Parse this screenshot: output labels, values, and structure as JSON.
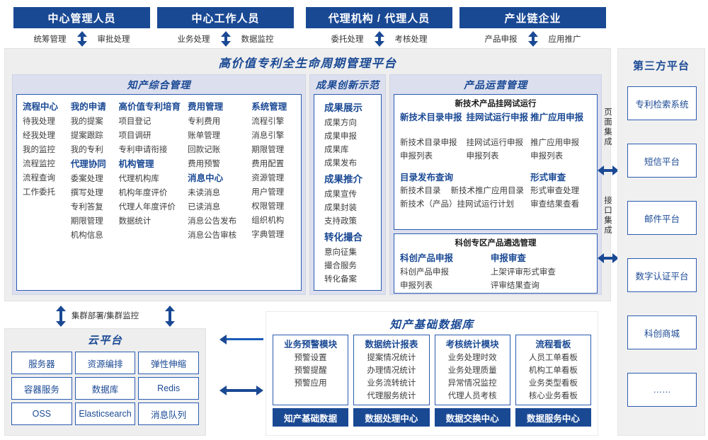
{
  "colors": {
    "navy": "#1a4994",
    "panel_bg": "#eeeeee",
    "section_bg": "#dcdfee",
    "box_border": "#2a5bb0"
  },
  "roles": [
    {
      "title": "中心管理人员",
      "left_action": "统筹管理",
      "right_action": "审批处理"
    },
    {
      "title": "中心工作人员",
      "left_action": "业务处理",
      "right_action": "数据监控"
    },
    {
      "title": "代理机构 / 代理人员",
      "left_action": "委托处理",
      "right_action": "考核处理"
    },
    {
      "title": "产业链企业",
      "left_action": "产品申报",
      "right_action": "应用推广"
    }
  ],
  "platform": {
    "title": "高价值专利全生命周期管理平台",
    "sections": {
      "ip_mgmt": {
        "title": "知产综合管理",
        "columns": [
          {
            "groups": [
              {
                "header": "流程中心",
                "items": [
                  "待我处理",
                  "经我处理",
                  "我的监控",
                  "流程监控",
                  "流程查询",
                  "工作委托"
                ]
              }
            ]
          },
          {
            "groups": [
              {
                "header": "我的申请",
                "items": [
                  "我的提案",
                  "提案跟踪",
                  "我的专利"
                ]
              },
              {
                "header": "代理协同",
                "items": [
                  "委案处理",
                  "撰写处理",
                  "专利答复",
                  "期限管理",
                  "机构信息"
                ]
              }
            ]
          },
          {
            "groups": [
              {
                "header": "高价值专利培育",
                "items": [
                  "项目登记",
                  "项目调研",
                  "专利申请衔接"
                ]
              },
              {
                "header": "机构管理",
                "items": [
                  "代理机构库",
                  "机构年度评价",
                  "代理人年度评价",
                  "数据统计"
                ]
              }
            ]
          },
          {
            "groups": [
              {
                "header": "费用管理",
                "items": [
                  "专利费用",
                  "账单管理",
                  "回款记账",
                  "费用预警"
                ]
              },
              {
                "header": "消息中心",
                "items": [
                  "未读消息",
                  "已读消息",
                  "消息公告发布",
                  "消息公告审核"
                ]
              }
            ]
          },
          {
            "groups": [
              {
                "header": "系统管理",
                "items": [
                  "流程引擎",
                  "消息引擎",
                  "期限管理",
                  "费用配置",
                  "资源管理",
                  "用户管理",
                  "权限管理",
                  "组织机构",
                  "字典管理"
                ]
              }
            ]
          }
        ]
      },
      "achievement": {
        "title": "成果创新示范",
        "groups": [
          {
            "header": "成果展示",
            "items": [
              "成果方向",
              "成果申报",
              "成果库",
              "成果发布"
            ]
          },
          {
            "header": "成果推介",
            "items": [
              "成果宣传",
              "成果封装",
              "支持政策"
            ]
          },
          {
            "header": "转化撮合",
            "items": [
              "意向征集",
              "撮合服务",
              "转化备案"
            ]
          }
        ]
      },
      "product_ops": {
        "title": "产品运营管理",
        "boxes": [
          {
            "title": "新技术产品挂网试运行",
            "row1": [
              {
                "header": "新技术目录申报",
                "items": [
                  "新技术目录申报",
                  "申报列表"
                ]
              },
              {
                "header": "挂网试运行申报",
                "items": [
                  "挂网试运行申报",
                  "申报列表"
                ]
              },
              {
                "header": "推广应用申报",
                "items": [
                  "推广应用申报",
                  "申报列表"
                ]
              }
            ],
            "row2": [
              {
                "header": "目录发布查询",
                "items": [
                  "新技术目录",
                  "新技术推广应用目录",
                  "新技术（产品）挂网试运行计划"
                ]
              },
              {
                "header": "形式审查",
                "items": [
                  "形式审查处理",
                  "审查结果查看"
                ]
              }
            ]
          },
          {
            "title": "科创专区产品遴选管理",
            "row1": [
              {
                "header": "科创产品申报",
                "items": [
                  "科创产品申报",
                  "申报列表"
                ]
              },
              {
                "header": "申报审查",
                "items": [
                  "上架评审形式审查",
                  "评审结果查询"
                ]
              }
            ]
          }
        ]
      }
    }
  },
  "integration": {
    "page_label": "页面集成",
    "api_label": "接口集成"
  },
  "third_party": {
    "title": "第三方平台",
    "items": [
      "专利检索系统",
      "短信平台",
      "邮件平台",
      "数字认证平台",
      "科创商城",
      "……"
    ]
  },
  "cluster_label": "集群部署/集群监控",
  "cloud": {
    "title": "云平台",
    "cells": [
      "服务器",
      "资源编排",
      "弹性伸缩",
      "容器服务",
      "数据库",
      "Redis",
      "OSS",
      "Elasticsearch",
      "消息队列"
    ]
  },
  "knowledge_db": {
    "title": "知产基础数据库",
    "cards": [
      {
        "header": "业务预警模块",
        "items": [
          "预警设置",
          "预警提醒",
          "预警应用"
        ],
        "footer": "知产基础数据"
      },
      {
        "header": "数据统计报表",
        "items": [
          "提案情况统计",
          "办理情况统计",
          "业务流转统计",
          "代理服务统计"
        ],
        "footer": "数据处理中心"
      },
      {
        "header": "考核统计模块",
        "items": [
          "业务处理时效",
          "业务处理质量",
          "异常情况监控",
          "代理人员考核"
        ],
        "footer": "数据交换中心"
      },
      {
        "header": "流程看板",
        "items": [
          "人员工单看板",
          "机构工单看板",
          "业务类型看板",
          "核心业务看板"
        ],
        "footer": "数据服务中心"
      }
    ]
  }
}
